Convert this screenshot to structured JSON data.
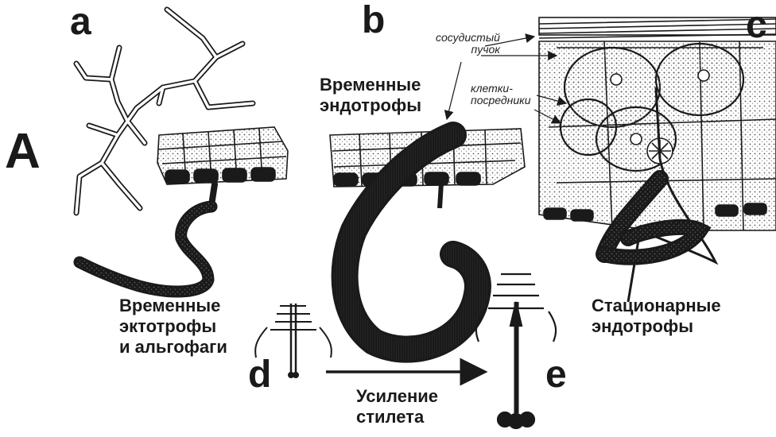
{
  "panel_letters": {
    "A": "A",
    "a": "a",
    "b": "b",
    "c": "c",
    "d": "d",
    "e": "e"
  },
  "labels": {
    "temp_endo": [
      "Временные",
      "эндотрофы"
    ],
    "temp_ecto": [
      "Временные",
      "эктотрофы",
      "и альгофаги"
    ],
    "stationary": [
      "Стационарные",
      "эндотрофы"
    ],
    "stylet": [
      "Усиление",
      "стилета"
    ],
    "vascular": [
      "сосудистый",
      "пучок"
    ],
    "mediator": [
      "клетки-",
      "посредники"
    ]
  },
  "colors": {
    "ink": "#1a1a1a",
    "background": "#ffffff"
  }
}
